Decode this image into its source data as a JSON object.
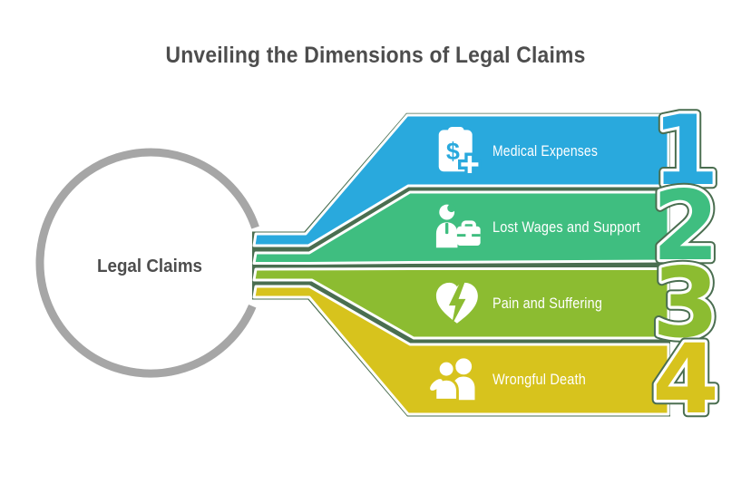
{
  "title": "Unveiling the Dimensions of Legal Claims",
  "hub": {
    "label": "Legal Claims"
  },
  "colors": {
    "background": "#FFFFFF",
    "title_text": "#4D4D4D",
    "hub_text": "#4D4D4D",
    "ring": "#A6A6A6",
    "gap_outline": "#4A6E50",
    "icon_white": "#FFFFFF"
  },
  "items": [
    {
      "number": "1",
      "label": "Medical Expenses",
      "color": "#29A9DD",
      "icon": "clipboard-dollar-icon"
    },
    {
      "number": "2",
      "label": "Lost Wages and Support",
      "color": "#3FBE80",
      "icon": "person-briefcase-icon"
    },
    {
      "number": "3",
      "label": "Pain and Suffering",
      "color": "#8CBC31",
      "icon": "broken-heart-bolt-icon"
    },
    {
      "number": "4",
      "label": "Wrongful Death",
      "color": "#D7C31D",
      "icon": "people-icon"
    }
  ],
  "glyphs": {
    "dollar": "$"
  }
}
